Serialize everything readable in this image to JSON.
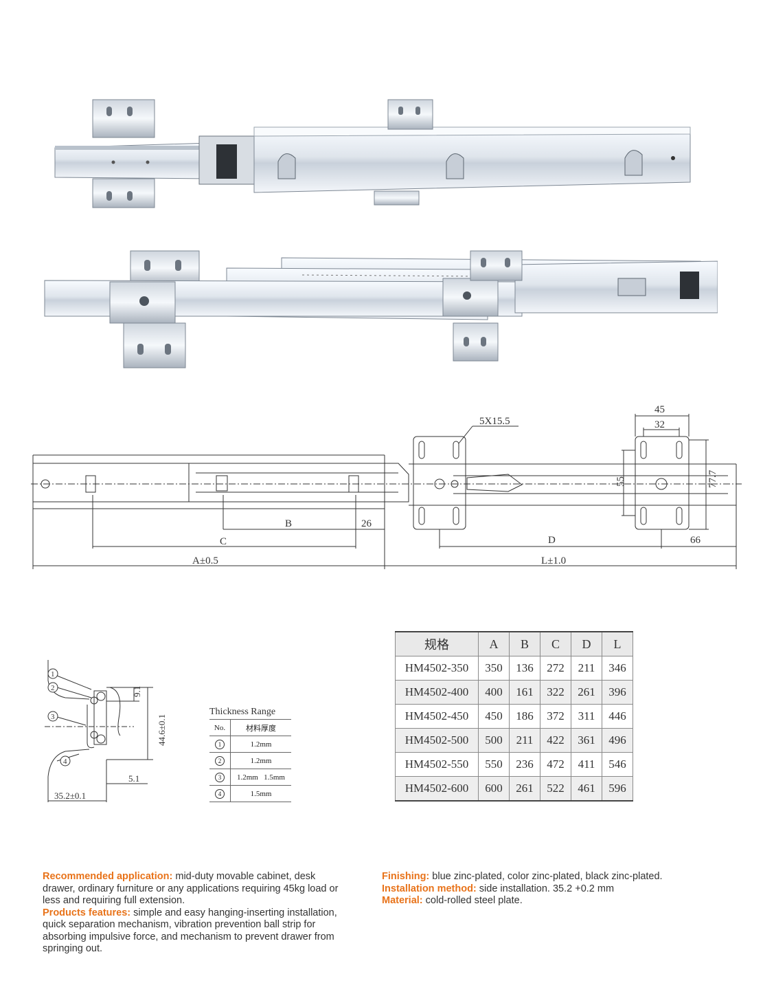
{
  "dimensions": {
    "slot": "5X15.5",
    "w45": "45",
    "w32": "32",
    "h55": "55",
    "h777": "77.7",
    "B": "B",
    "d26": "26",
    "C": "C",
    "D": "D",
    "d66": "66",
    "A": "A±0.5",
    "L": "L±1.0"
  },
  "profile": {
    "callouts": [
      "1",
      "2",
      "3",
      "4"
    ],
    "h91": "9.1",
    "h446": "44.6±0.1",
    "d51": "5.1",
    "w352": "35.2±0.1"
  },
  "thickness": {
    "title": "Thickness Range",
    "col_no": "No.",
    "col_thick": "材料厚度",
    "rows": [
      {
        "no": "1",
        "value": "1.2mm"
      },
      {
        "no": "2",
        "value": "1.2mm"
      },
      {
        "no": "3",
        "value": "1.2mm   1.5mm"
      },
      {
        "no": "4",
        "value": "1.5mm"
      }
    ]
  },
  "spec_table": {
    "headers": [
      "规格",
      "A",
      "B",
      "C",
      "D",
      "L"
    ],
    "rows": [
      [
        "HM4502-350",
        "350",
        "136",
        "272",
        "211",
        "346"
      ],
      [
        "HM4502-400",
        "400",
        "161",
        "322",
        "261",
        "396"
      ],
      [
        "HM4502-450",
        "450",
        "186",
        "372",
        "311",
        "446"
      ],
      [
        "HM4502-500",
        "500",
        "211",
        "422",
        "361",
        "496"
      ],
      [
        "HM4502-550",
        "550",
        "236",
        "472",
        "411",
        "546"
      ],
      [
        "HM4502-600",
        "600",
        "261",
        "522",
        "461",
        "596"
      ]
    ]
  },
  "description": {
    "rec_label": "Recommended application:",
    "rec_text": " mid-duty movable cabinet, desk drawer, ordinary furniture or any applications requiring 45kg load or less and requiring full extension.",
    "feat_label": "Products features:",
    "feat_text": " simple and easy hanging-inserting installation, quick separation mechanism, vibration prevention ball strip for absorbing impulsive force, and mechanism to prevent drawer from springing out.",
    "fin_label": "Finishing:",
    "fin_text": " blue zinc-plated, color zinc-plated, black zinc-plated.",
    "inst_label": "Installation method:",
    "inst_text": " side installation. 35.2 +0.2 mm",
    "mat_label": "Material:",
    "mat_text": " cold-rolled steel plate."
  },
  "colors": {
    "accent": "#e8731a",
    "steel_light": "#eef2f7",
    "steel_dark": "#9aa4b0"
  }
}
